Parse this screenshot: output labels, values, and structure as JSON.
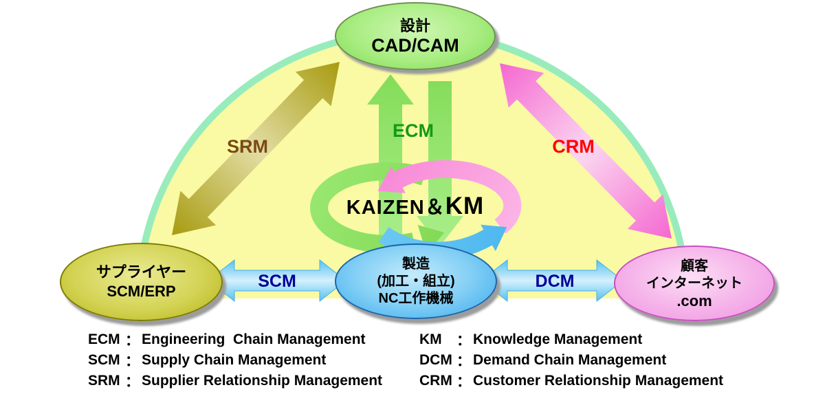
{
  "nodes": {
    "design": {
      "lines": [
        "設計",
        "CAD/CAM"
      ]
    },
    "supplier": {
      "lines": [
        "サプライヤー",
        "SCM/ERP"
      ]
    },
    "manufacturing": {
      "lines": [
        "製造",
        "(加工・組立)",
        "NC工作機械"
      ]
    },
    "customer": {
      "lines": [
        "顧客",
        "インターネット",
        ".com"
      ]
    }
  },
  "arrow_labels": {
    "srm": "SRM",
    "ecm": "ECM",
    "crm": "CRM",
    "scm": "SCM",
    "dcm": "DCM"
  },
  "center": {
    "prefix": "KAIZEN＆",
    "suffix": "KM"
  },
  "legend": {
    "colon": "：",
    "left": [
      {
        "abbr": "ECM",
        "def": "Engineering  Chain Management"
      },
      {
        "abbr": "SCM",
        "def": "Supply Chain Management"
      },
      {
        "abbr": "SRM",
        "def": "Supplier Relationship Management"
      }
    ],
    "right": [
      {
        "abbr": "KM",
        "def": "Knowledge Management"
      },
      {
        "abbr": "DCM",
        "def": "Demand Chain Management"
      },
      {
        "abbr": "CRM",
        "def": "Customer Relationship Management"
      }
    ]
  },
  "colors": {
    "dome-fill": "#fafaa4",
    "dome-border": "#98ecbc",
    "design-fill": "#a9ed82",
    "supplier-fill": "#d3d355",
    "manufacturing-fill": "#83cff5",
    "customer-fill": "#f5b2e9",
    "srm-arrow-color": "#ab9e0e",
    "crm-arrow-color": "#f567d0",
    "ecm-arrow-color": "#8ce05f",
    "scm-dcm-arrow-color": "#55c0f0",
    "srm-label-color": "#7a4a14",
    "ecm-label-color": "#149914",
    "crm-label-color": "#ff0000",
    "scm-label-color": "#000099",
    "dcm-label-color": "#000099"
  }
}
